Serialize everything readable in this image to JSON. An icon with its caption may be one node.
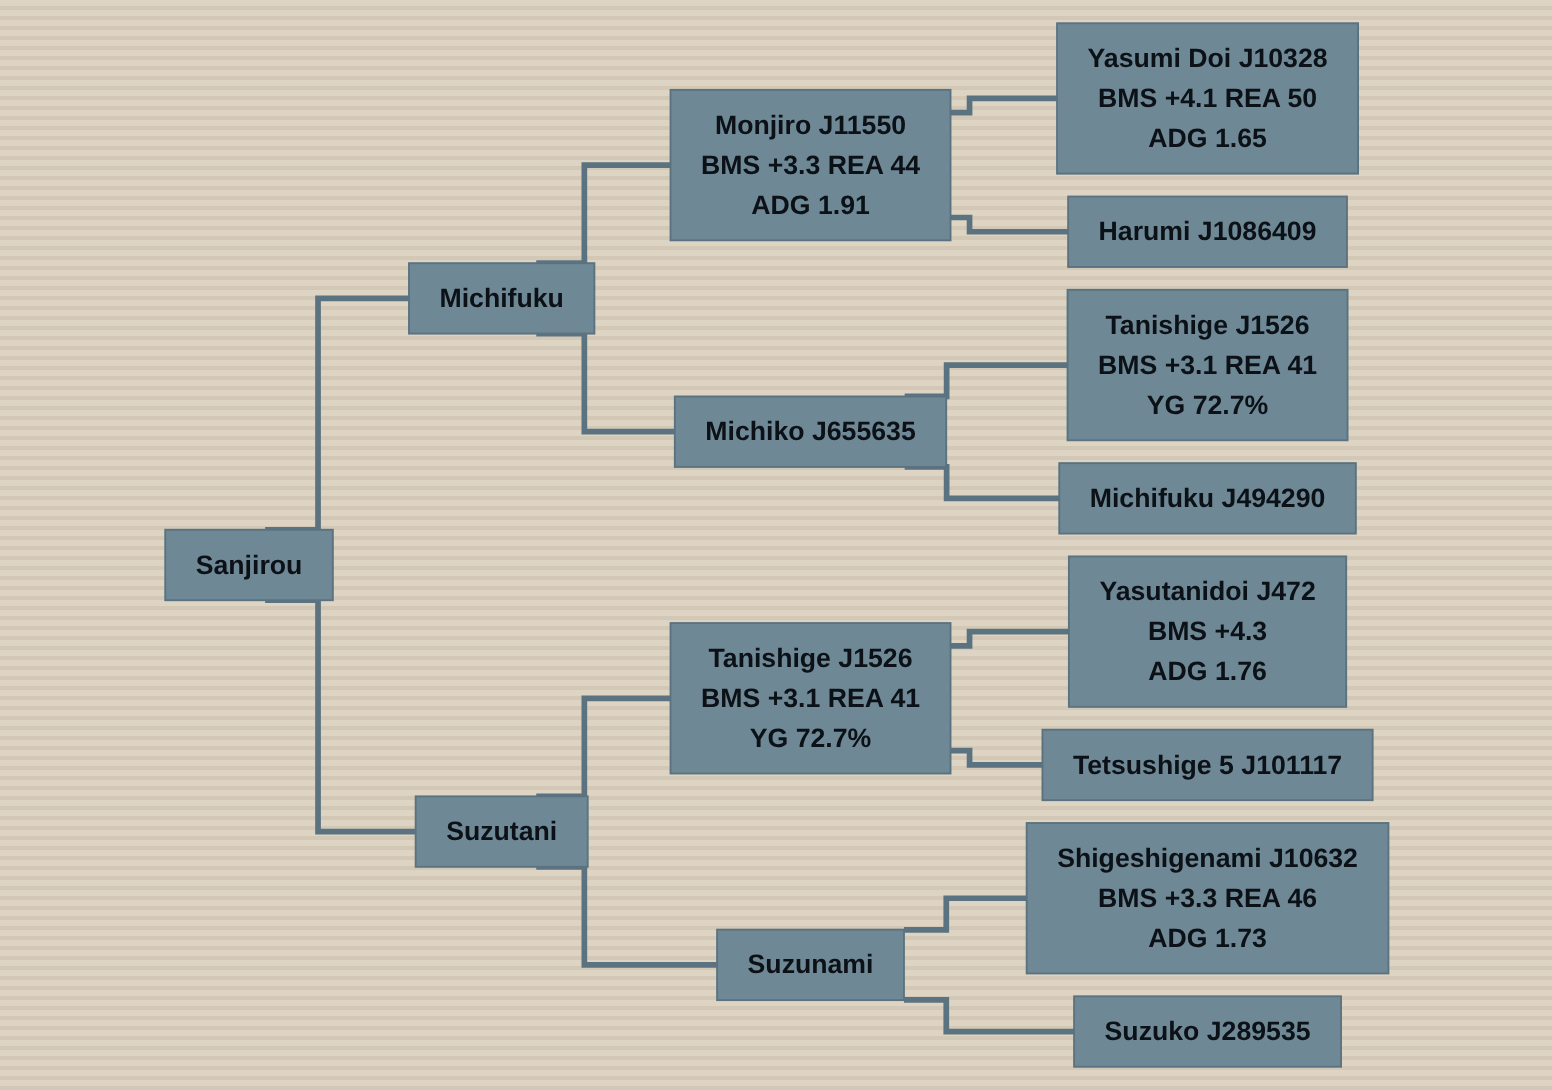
{
  "diagram": {
    "nodes": [
      {
        "text": [
          "Sanjirou"
        ]
      },
      {
        "text": [
          "Michifuku"
        ]
      },
      {
        "text": [
          "Suzutani"
        ]
      },
      {
        "text": [
          "Monjiro J11550",
          "BMS +3.3 REA 44",
          "ADG 1.91"
        ]
      },
      {
        "text": [
          "Michiko J655635"
        ]
      },
      {
        "text": [
          "Tanishige J1526",
          "BMS +3.1 REA 41",
          "YG 72.7%"
        ]
      },
      {
        "text": [
          "Suzunami"
        ]
      },
      {
        "text": [
          "Yasumi Doi J10328",
          "BMS +4.1 REA 50",
          "ADG 1.65"
        ]
      },
      {
        "text": [
          "Harumi J1086409"
        ]
      },
      {
        "text": [
          "Tanishige J1526",
          "BMS +3.1 REA 41",
          "YG 72.7%"
        ]
      },
      {
        "text": [
          "Michifuku J494290"
        ]
      },
      {
        "text": [
          "Yasutanidoi J472",
          "BMS +4.3",
          "ADG 1.76"
        ]
      },
      {
        "text": [
          "Tetsushige 5 J101117"
        ]
      },
      {
        "text": [
          "Shigeshigenami J10632",
          "BMS +3.3 REA 46",
          "ADG 1.73"
        ]
      },
      {
        "text": [
          "Suzuko J289535"
        ]
      }
    ],
    "edges": [
      {
        "from": 0,
        "to": 1,
        "arrow": "none"
      },
      {
        "from": 0,
        "to": 2,
        "arrow": "none"
      },
      {
        "from": 1,
        "to": 3,
        "arrow": "none"
      },
      {
        "from": 1,
        "to": 4,
        "arrow": "none"
      },
      {
        "from": 2,
        "to": 5,
        "arrow": "none"
      },
      {
        "from": 2,
        "to": 6,
        "arrow": "none"
      },
      {
        "from": 3,
        "to": 7,
        "arrow": "none"
      },
      {
        "from": 3,
        "to": 8,
        "arrow": "none"
      },
      {
        "from": 4,
        "to": 9,
        "arrow": "none"
      },
      {
        "from": 4,
        "to": 10,
        "arrow": "none"
      },
      {
        "from": 5,
        "to": 11,
        "arrow": "none"
      },
      {
        "from": 5,
        "to": 12,
        "arrow": "none"
      },
      {
        "from": 6,
        "to": 13,
        "arrow": "none"
      },
      {
        "from": 6,
        "to": 14,
        "arrow": "none"
      }
    ]
  }
}
